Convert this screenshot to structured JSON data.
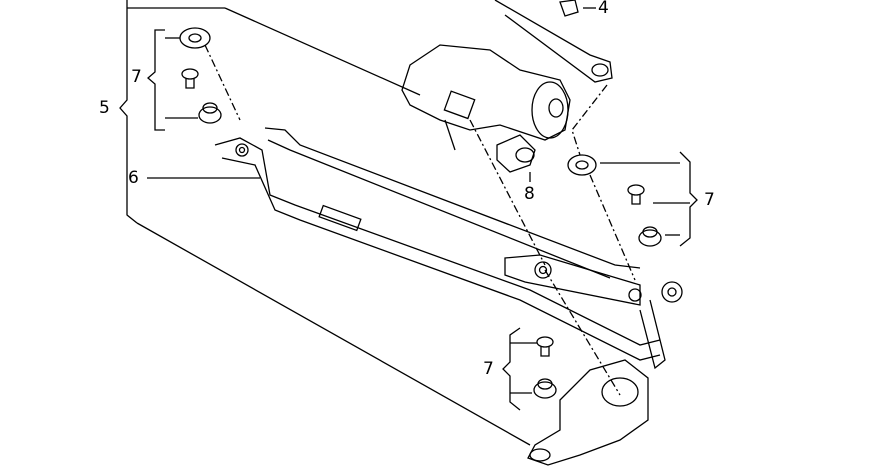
{
  "callouts": {
    "part_4": "4",
    "part_5": "5",
    "part_6": "6",
    "part_7_upper_left": "7",
    "part_7_right": "7",
    "part_7_lower": "7",
    "part_8": "8"
  },
  "colors": {
    "line": "#000000",
    "background": "#ffffff"
  }
}
